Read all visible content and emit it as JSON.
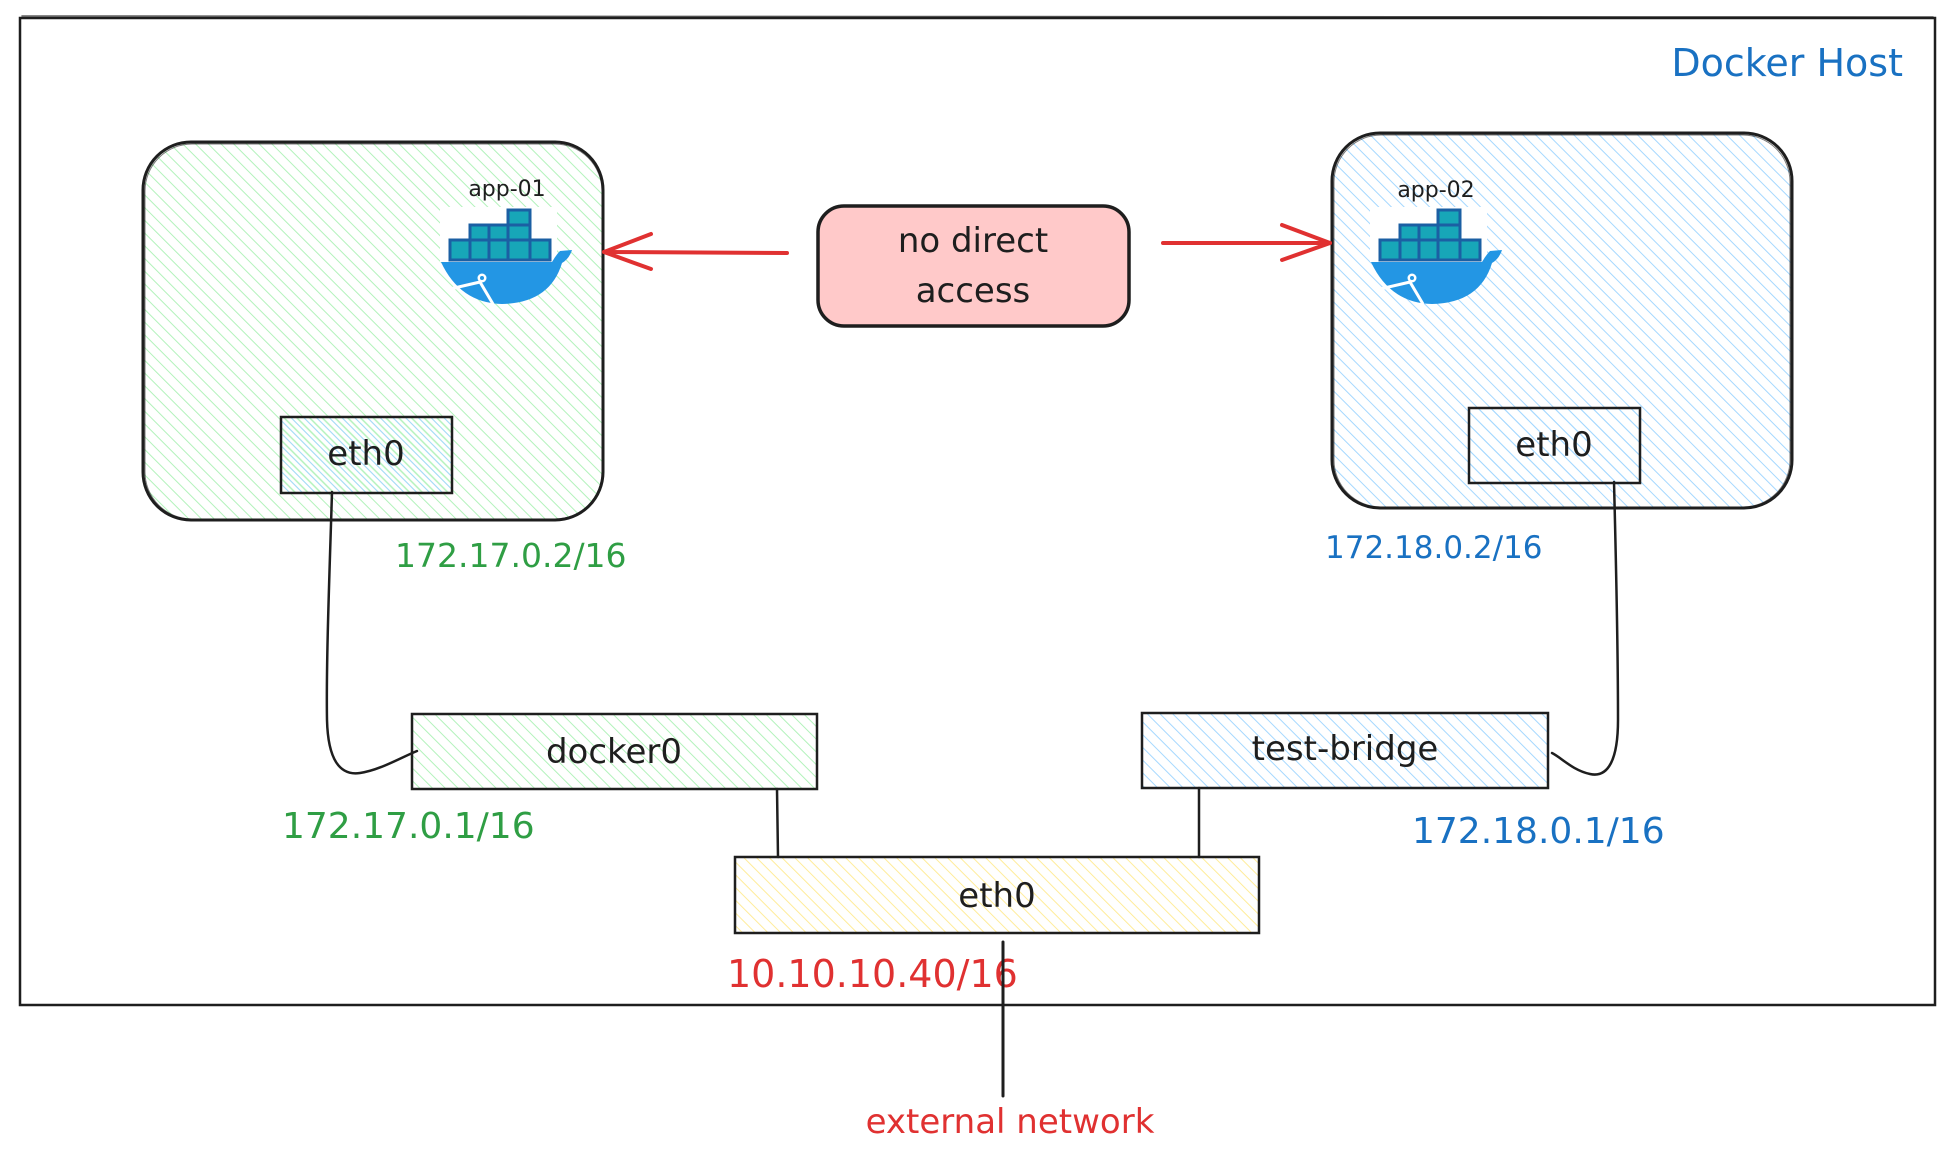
{
  "diagram": {
    "host": {
      "label": "Docker Host",
      "label_color": "#1971c2"
    },
    "containers": [
      {
        "id": "app-01",
        "name": "app-01",
        "icon": "docker-whale-icon",
        "fill_color": "#b2f2bb",
        "interface": {
          "label": "eth0",
          "fill_color": "#a5d8ff"
        },
        "ip": "172.17.0.2/16",
        "ip_color": "#2f9e44"
      },
      {
        "id": "app-02",
        "name": "app-02",
        "icon": "docker-whale-icon",
        "fill_color": "#a5d8ff",
        "interface": {
          "label": "eth0",
          "fill_color": "#a5d8ff"
        },
        "ip": "172.18.0.2/16",
        "ip_color": "#1971c2"
      }
    ],
    "bridges": [
      {
        "id": "docker0",
        "label": "docker0",
        "fill_color": "#b2f2bb",
        "ip": "172.17.0.1/16",
        "ip_color": "#2f9e44"
      },
      {
        "id": "test-bridge",
        "label": "test-bridge",
        "fill_color": "#a5d8ff",
        "ip": "172.18.0.1/16",
        "ip_color": "#1971c2"
      }
    ],
    "host_interface": {
      "label": "eth0",
      "fill_color": "#ffec99",
      "ip": "10.10.10.40/16",
      "ip_color": "#e03131"
    },
    "note": {
      "line1": "no direct",
      "line2": "access",
      "fill_color": "#ffc9c9",
      "arrow_color": "#e03131"
    },
    "external": {
      "label": "external network",
      "color": "#e03131"
    }
  }
}
